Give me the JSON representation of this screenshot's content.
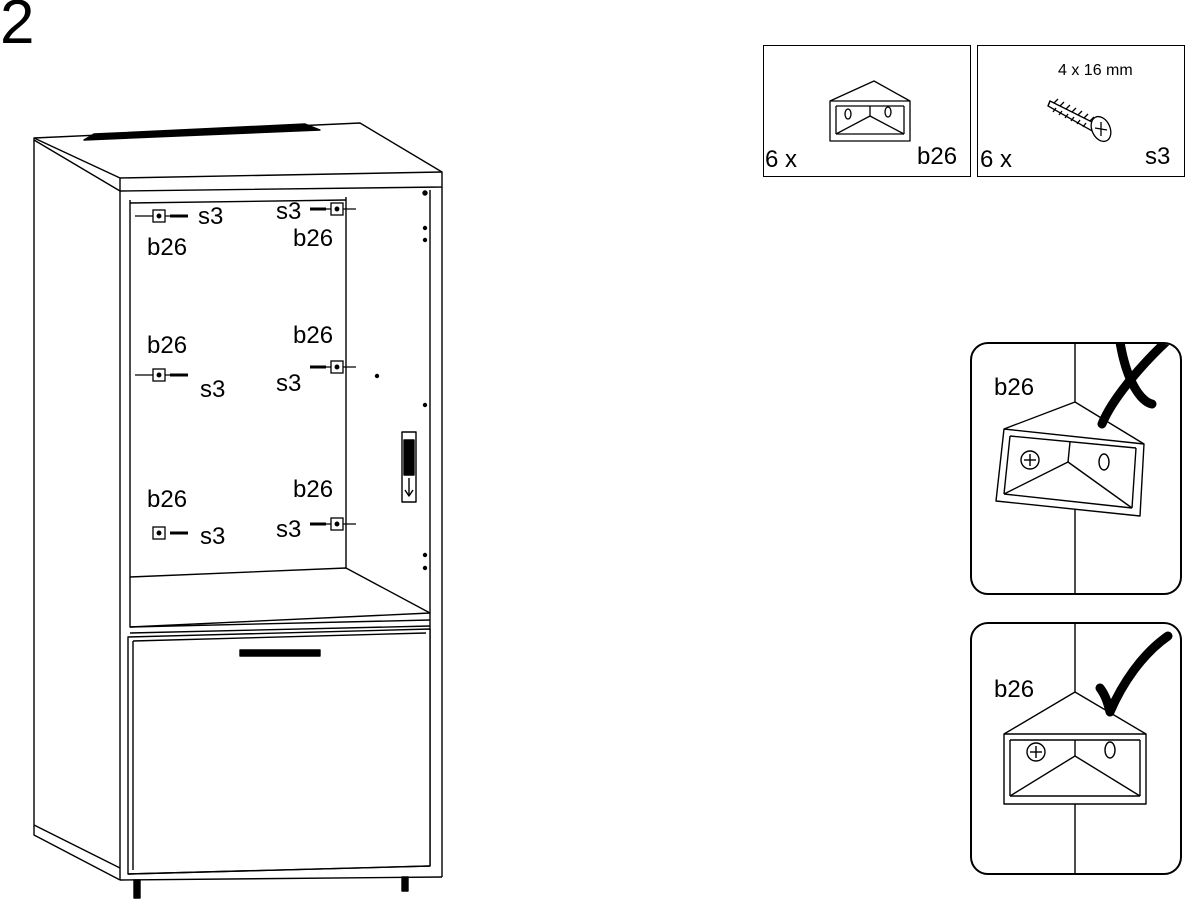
{
  "step": {
    "number": "2"
  },
  "parts": [
    {
      "quantity": "6 x",
      "code": "b26",
      "name": "corner-bracket"
    },
    {
      "quantity": "6 x",
      "code": "s3",
      "size": "4 x 16 mm",
      "name": "screw"
    }
  ],
  "cabinet_labels": {
    "top_left_screw": "s3",
    "top_left_bracket": "b26",
    "top_right_screw": "s3",
    "top_right_bracket": "b26",
    "mid_left_bracket": "b26",
    "mid_left_screw": "s3",
    "mid_right_bracket": "b26",
    "mid_right_screw": "s3",
    "bot_left_bracket": "b26",
    "bot_left_screw": "s3",
    "bot_right_bracket": "b26",
    "bot_right_screw": "s3"
  },
  "detail_wrong": {
    "label": "b26",
    "status": "incorrect",
    "mark": "cross-icon"
  },
  "detail_correct": {
    "label": "b26",
    "status": "correct",
    "mark": "check-icon"
  }
}
